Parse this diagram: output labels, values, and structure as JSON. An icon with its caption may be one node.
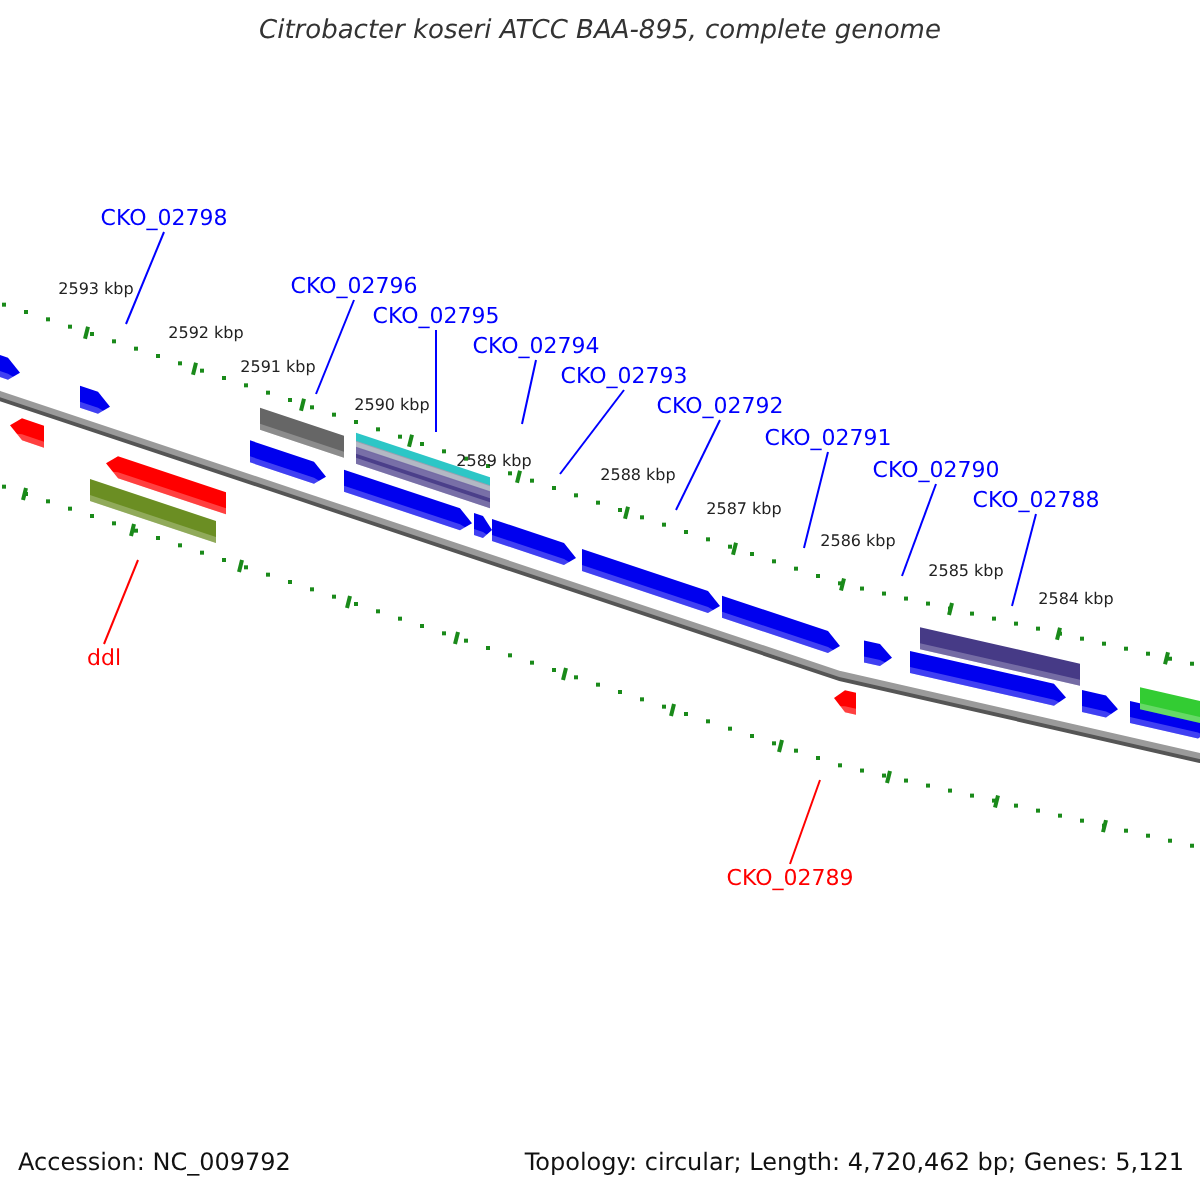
{
  "diagram": {
    "title": "Citrobacter koseri ATCC BAA-895, complete genome",
    "nodes": [
      {
        "text": [
          "CKO_02798"
        ]
      },
      {
        "text": [
          "CKO_02796"
        ]
      },
      {
        "text": [
          "CKO_02795"
        ]
      },
      {
        "text": [
          "CKO_02794"
        ]
      },
      {
        "text": [
          "CKO_02793"
        ]
      },
      {
        "text": [
          "CKO_02792"
        ]
      },
      {
        "text": [
          "CKO_02791"
        ]
      },
      {
        "text": [
          "CKO_02790"
        ]
      },
      {
        "text": [
          "CKO_02788"
        ]
      },
      {
        "text": [
          "ddl"
        ]
      },
      {
        "text": [
          "CKO_02789"
        ]
      }
    ],
    "edges": [
      {
        "from": 0,
        "to": null,
        "arrow": "none"
      },
      {
        "from": 1,
        "to": null,
        "arrow": "none"
      },
      {
        "from": 2,
        "to": null,
        "arrow": "none"
      },
      {
        "from": 3,
        "to": null,
        "arrow": "none"
      },
      {
        "from": 4,
        "to": null,
        "arrow": "none"
      },
      {
        "from": 5,
        "to": null,
        "arrow": "none"
      },
      {
        "from": 6,
        "to": null,
        "arrow": "none"
      },
      {
        "from": 7,
        "to": null,
        "arrow": "none"
      },
      {
        "from": 8,
        "to": null,
        "arrow": "none"
      },
      {
        "from": 9,
        "to": null,
        "arrow": "none",
        "color": "#ff0000"
      },
      {
        "from": 10,
        "to": null,
        "arrow": "none",
        "color": "#ff0000"
      }
    ],
    "labels": [
      "2593 kbp",
      "2592 kbp",
      "2591 kbp",
      "2590 kbp",
      "2589 kbp",
      "2588 kbp",
      "2587 kbp",
      "2586 kbp",
      "2585 kbp",
      "2584 kbp",
      "Accession: NC_009792",
      "Topology: circular; Length: 4,720,462 bp; Genes: 5,121"
    ]
  }
}
